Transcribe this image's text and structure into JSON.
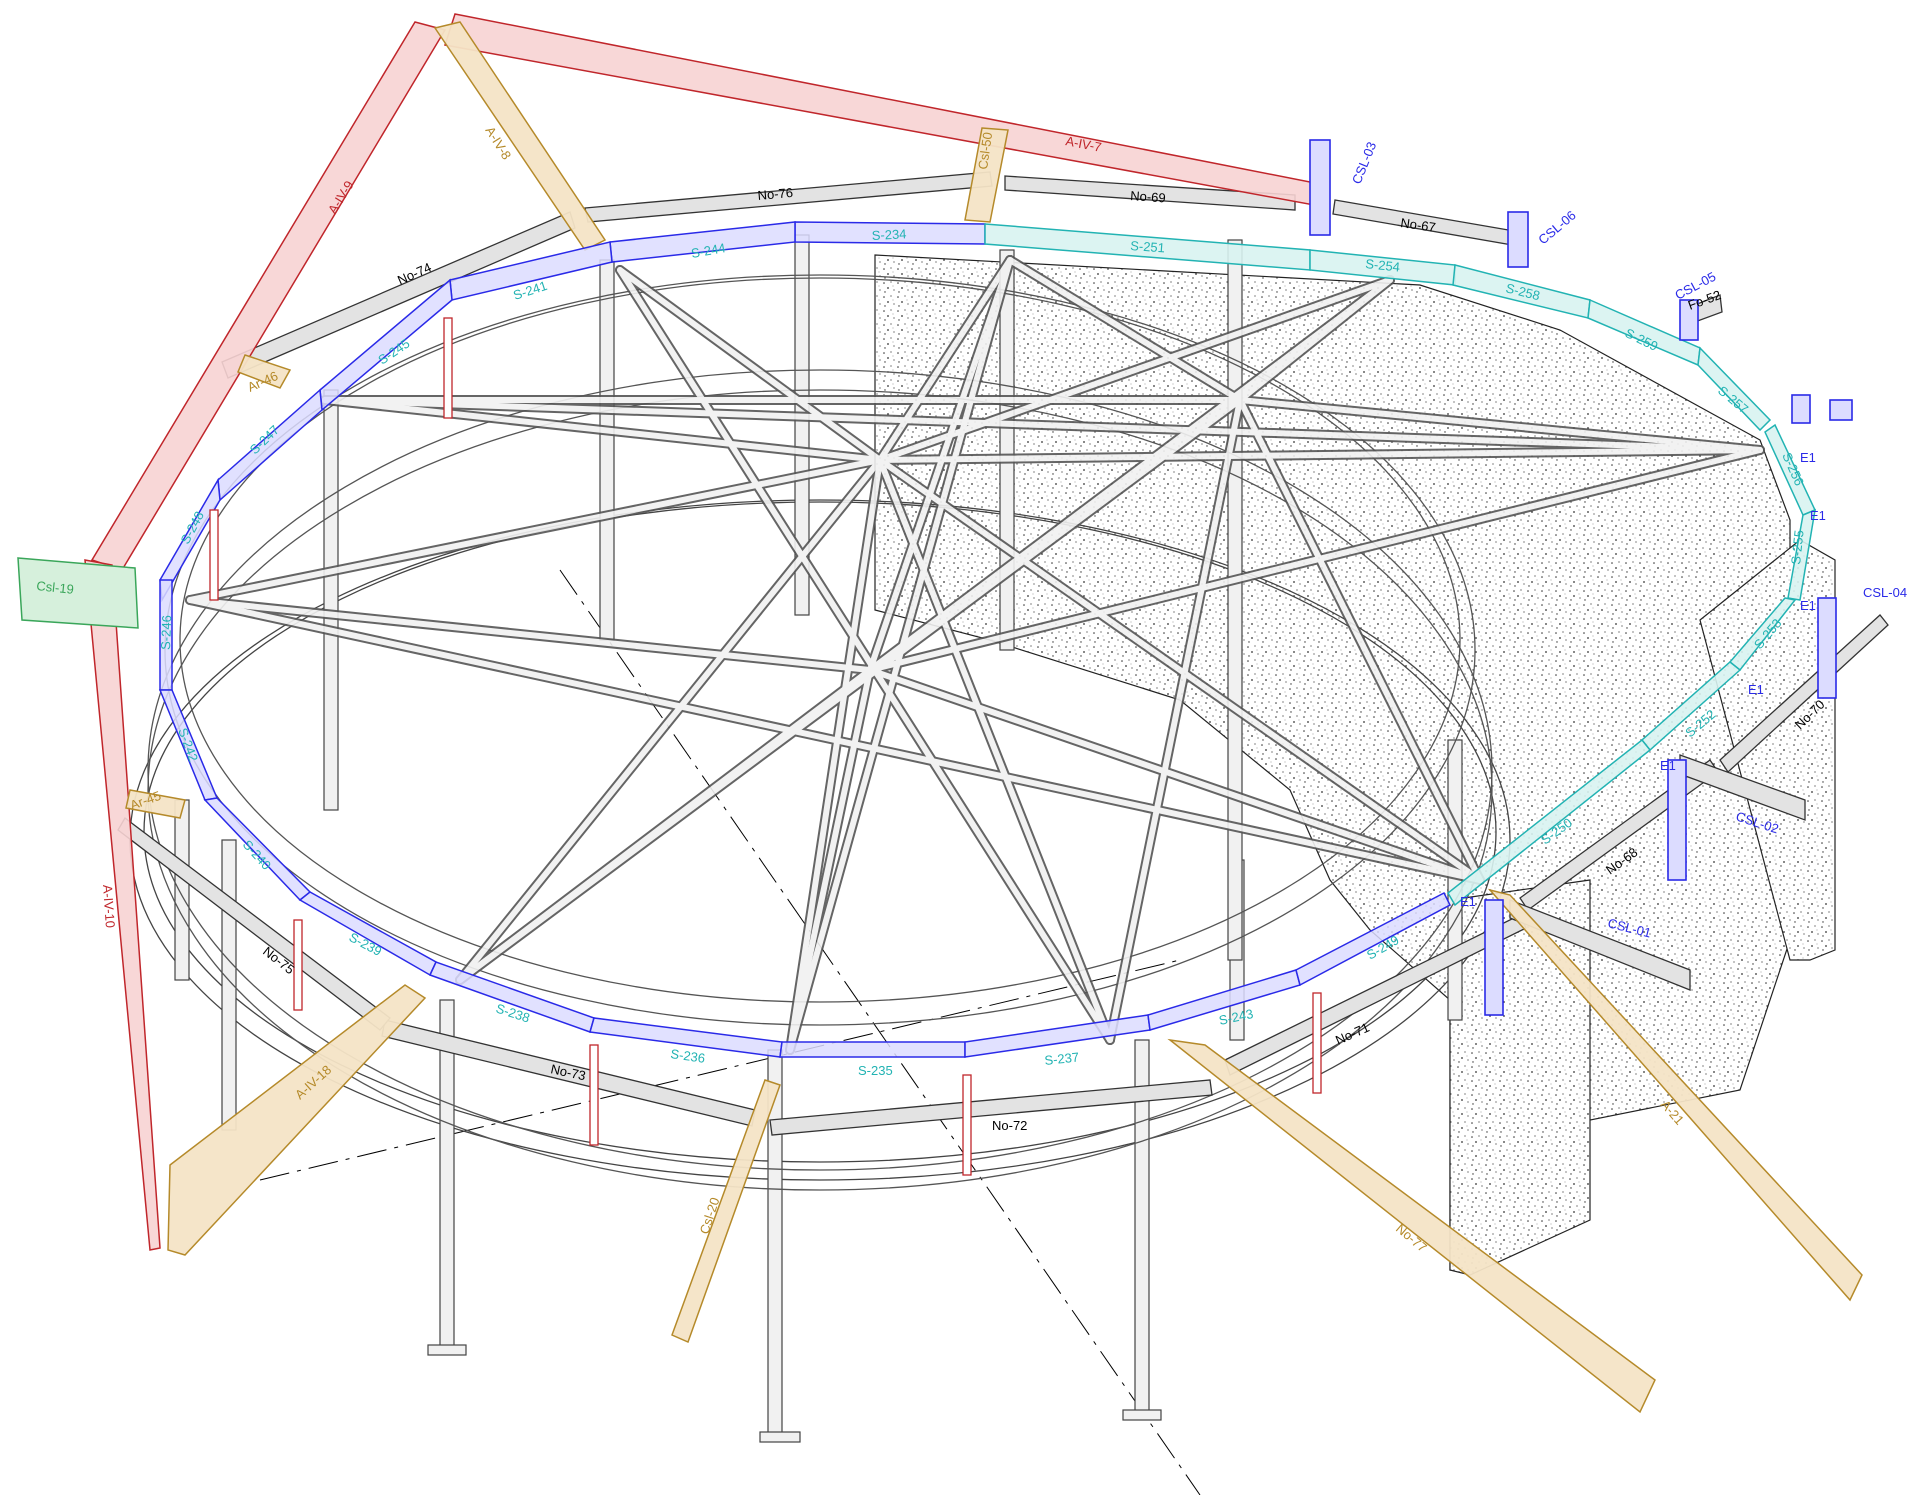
{
  "colors": {
    "red_stroke": "#c0262b",
    "red_fill": "#f7d3d3",
    "tan_stroke": "#b58a2a",
    "tan_fill": "#f4e4c6",
    "blue_stroke": "#2a2ae8",
    "blue_fill": "#dcdcff",
    "cyan_stroke": "#22b3b3",
    "cyan_fill": "#d8f3f1",
    "green_stroke": "#3aa65a",
    "green_fill": "#d6f0dc",
    "gray_stroke": "#333333",
    "gray_fill": "#e3e3e3",
    "frame_stroke": "#555555",
    "frame_fill": "#f1f1f1",
    "ink": "#000000"
  },
  "labels": {
    "A_IV_7": "A-IV-7",
    "A_IV_8": "A-IV-8",
    "A_IV_9": "A-IV-9",
    "A_IV_10": "A-IV-10",
    "A_IV_18": "A-IV-18",
    "A_21": "A-21",
    "Ar_45": "Ar-45",
    "Ar_46": "Ar-46",
    "Csl_19": "Csl-19",
    "Csl_20": "Csl-20",
    "Csl_50": "Csl-50",
    "CSL_01": "CSL-01",
    "CSL_02": "CSL-02",
    "CSL_03": "CSL-03",
    "CSL_04": "CSL-04",
    "CSL_05": "CSL-05",
    "CSL_06": "CSL-06",
    "Fo_52": "Fo-52",
    "No_67": "No-67",
    "No_68": "No-68",
    "No_69": "No-69",
    "No_70": "No-70",
    "No_71": "No-71",
    "No_72": "No-72",
    "No_73": "No-73",
    "No_74": "No-74",
    "No_75": "No-75",
    "No_76": "No-76",
    "No_77": "No-77",
    "S_234": "S-234",
    "S_235": "S-235",
    "S_236": "S-236",
    "S_237": "S-237",
    "S_238": "S-238",
    "S_239": "S-239",
    "S_240": "S-240",
    "S_241": "S-241",
    "S_242": "S-242",
    "S_243": "S-243",
    "S_244": "S-244",
    "S_245": "S-245",
    "S_246": "S-246",
    "S_247": "S-247",
    "S_248": "S-248",
    "S_249": "S-249",
    "S_250": "S-250",
    "S_251": "S-251",
    "S_252": "S-252",
    "S_253": "S-253",
    "S_254": "S-254",
    "S_255": "S-255",
    "S_256": "S-256",
    "S_257": "S-257",
    "S_258": "S-258",
    "S_259": "S-259",
    "E1": "E1"
  }
}
